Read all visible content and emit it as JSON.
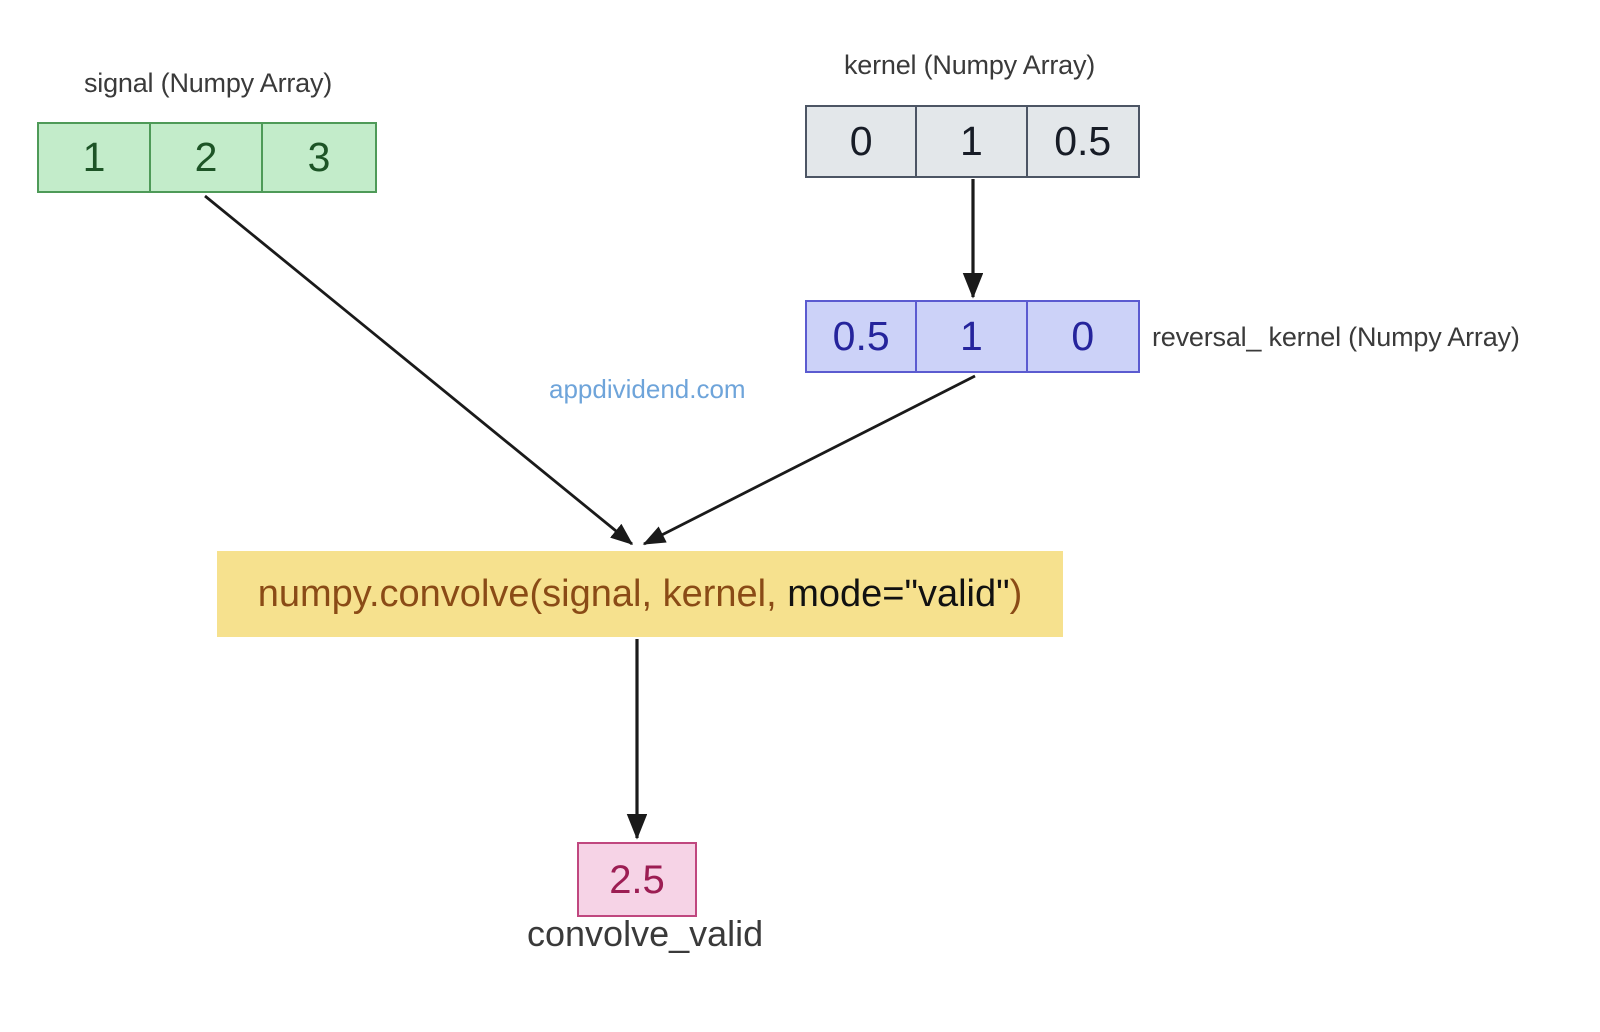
{
  "diagram": {
    "title_watermark": "appdividend.com",
    "signal": {
      "caption": "signal (Numpy Array)",
      "values": [
        "1",
        "2",
        "3"
      ],
      "fill": "#c3ecca",
      "stroke": "#4e9a58",
      "text_color": "#1d5426"
    },
    "kernel": {
      "caption": "kernel (Numpy Array)",
      "values": [
        "0",
        "1",
        "0.5"
      ],
      "fill": "#e3e7ea",
      "stroke": "#4c5564",
      "text_color": "#171c26"
    },
    "reversal_kernel": {
      "caption": "reversal_ kernel (Numpy Array)",
      "values": [
        "0.5",
        "1",
        "0"
      ],
      "fill": "#ccd2f8",
      "stroke": "#5b5bd0",
      "text_color": "#25249c"
    },
    "function": {
      "prefix": "numpy.convolve(signal, kernel, ",
      "mode": "mode=\"valid\"",
      "suffix": ")",
      "fill": "#f6e18e",
      "text_color": "#8a4b16",
      "mode_color": "#111111"
    },
    "result": {
      "value": "2.5",
      "caption": "convolve_valid",
      "fill": "#f6d3e6",
      "stroke": "#c0477f",
      "text_color": "#9c1d53"
    },
    "arrow_color": "#1a1a1a"
  }
}
